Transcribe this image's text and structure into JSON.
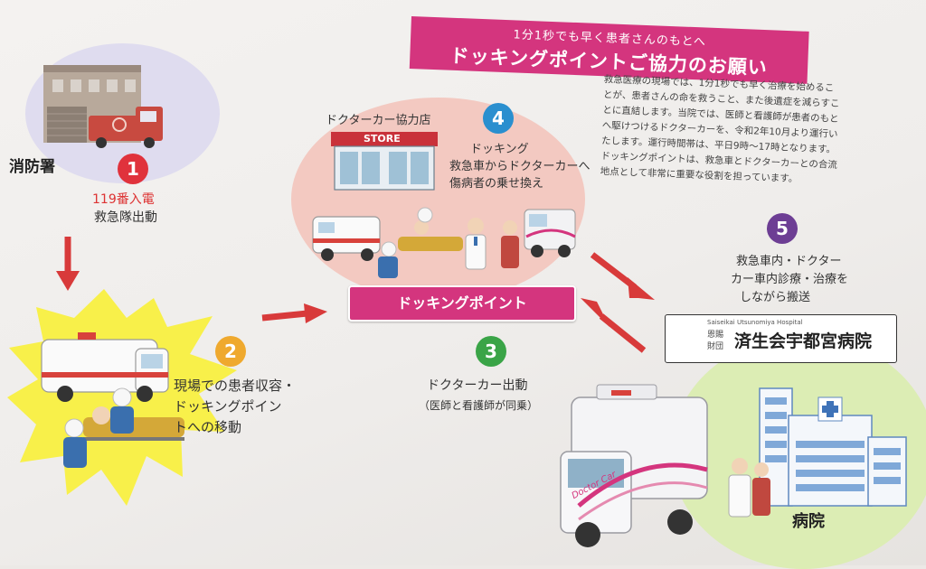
{
  "banner": {
    "subtitle": "1分1秒でも早く患者さんのもとへ",
    "title": "ドッキングポイントご協力のお願い"
  },
  "body_text": "救急医療の現場では、1分1秒でも早く治療を始めることが、患者さんの命を救うこと、また後遺症を減らすことに直結します。当院では、医師と看護師が患者のもとへ駆けつけるドクターカーを、令和2年10月より運行いたします。運行時間帯は、平日9時〜17時となります。ドッキングポイントは、救急車とドクターカーとの合流地点として非常に重要な役割を担っています。",
  "steps": [
    {
      "number": "1",
      "lines": [
        "119番入電",
        "救急隊出動"
      ],
      "color": "#e0323c"
    },
    {
      "number": "2",
      "lines": [
        "現場での患者収容・",
        "ドッキングポイン",
        "トへの移動"
      ],
      "color": "#efa92e"
    },
    {
      "number": "3",
      "lines": [
        "ドクターカー出動",
        "（医師と看護師が同乗）"
      ],
      "color": "#3aa447"
    },
    {
      "number": "4",
      "lines": [
        "ドッキング",
        "救急車からドクターカーへ",
        "傷病者の乗せ換え"
      ],
      "color": "#2a8fcf"
    },
    {
      "number": "5",
      "lines": [
        "救急車内・ドクター",
        "カー車内診療・治療を",
        "しながら搬送"
      ],
      "color": "#6d3e94"
    }
  ],
  "labels": {
    "fire_station": "消防署",
    "cooperating_store": "ドクターカー協力店",
    "store_sign": "STORE",
    "docking_point": "ドッキングポイント",
    "hospital": "病院",
    "hospital_name": "済生会宇都宮病院",
    "hospital_small_top": "Saiseikai Utsunomiya Hospital",
    "hospital_org_1": "恩賜",
    "hospital_org_2": "財団",
    "doctor_car_side": "Doctor Car"
  },
  "colors": {
    "accent_pink": "#d4357e",
    "arrow_red": "#d83a3a",
    "fire_blob": "#dfdcef",
    "store_blob": "#f3c9c1",
    "hospital_blob": "#dcedb4",
    "burst_yellow": "#f8f04a"
  },
  "icons": [
    "fire-station-icon",
    "fire-truck-icon",
    "ambulance-icon",
    "store-icon",
    "doctor-car-icon",
    "hospital-building-icon",
    "hospital-logo-icon",
    "stretcher-icon",
    "doctor-icon",
    "nurse-icon"
  ]
}
